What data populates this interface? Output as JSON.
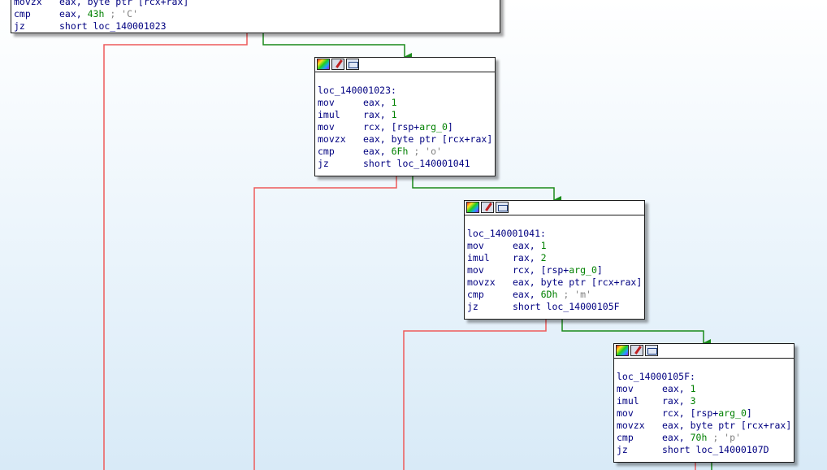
{
  "colors": {
    "edge_true": "#1a8a1a",
    "edge_false": "#ee5a5a",
    "text": "#000080",
    "immediate": "#008000",
    "comment": "#808080"
  },
  "toolbar_icons": [
    "color-palette-icon",
    "edit-node-icon",
    "graph-view-icon"
  ],
  "nodes": [
    {
      "id": "n0",
      "partial": true,
      "label": "",
      "lines": [
        {
          "mnem": "movzx",
          "ops": "eax, byte ptr [rcx+rax]"
        },
        {
          "mnem": "cmp",
          "pre": "eax, ",
          "num": "43h",
          "cmt": " ; 'C'"
        },
        {
          "mnem": "jz",
          "ops": "short loc_140001023"
        }
      ]
    },
    {
      "id": "n1",
      "label": "loc_140001023:",
      "lines": [
        {
          "mnem": "mov",
          "pre": "eax, ",
          "num": "1"
        },
        {
          "mnem": "imul",
          "pre": "rax, ",
          "num": "1"
        },
        {
          "mnem": "mov",
          "pre": "rcx, [rsp+",
          "arg": "arg_0",
          "post": "]"
        },
        {
          "mnem": "movzx",
          "ops": "eax, byte ptr [rcx+rax]"
        },
        {
          "mnem": "cmp",
          "pre": "eax, ",
          "num": "6Fh",
          "cmt": " ; 'o'"
        },
        {
          "mnem": "jz",
          "ops": "short loc_140001041"
        }
      ]
    },
    {
      "id": "n2",
      "label": "loc_140001041:",
      "lines": [
        {
          "mnem": "mov",
          "pre": "eax, ",
          "num": "1"
        },
        {
          "mnem": "imul",
          "pre": "rax, ",
          "num": "2"
        },
        {
          "mnem": "mov",
          "pre": "rcx, [rsp+",
          "arg": "arg_0",
          "post": "]"
        },
        {
          "mnem": "movzx",
          "ops": "eax, byte ptr [rcx+rax]"
        },
        {
          "mnem": "cmp",
          "pre": "eax, ",
          "num": "6Dh",
          "cmt": " ; 'm'"
        },
        {
          "mnem": "jz",
          "ops": "short loc_14000105F"
        }
      ]
    },
    {
      "id": "n3",
      "label": "loc_14000105F:",
      "lines": [
        {
          "mnem": "mov",
          "pre": "eax, ",
          "num": "1"
        },
        {
          "mnem": "imul",
          "pre": "rax, ",
          "num": "3"
        },
        {
          "mnem": "mov",
          "pre": "rcx, [rsp+",
          "arg": "arg_0",
          "post": "]"
        },
        {
          "mnem": "movzx",
          "ops": "eax, byte ptr [rcx+rax]"
        },
        {
          "mnem": "cmp",
          "pre": "eax, ",
          "num": "70h",
          "cmt": " ; 'p'"
        },
        {
          "mnem": "jz",
          "ops": "short loc_14000107D"
        }
      ]
    }
  ]
}
